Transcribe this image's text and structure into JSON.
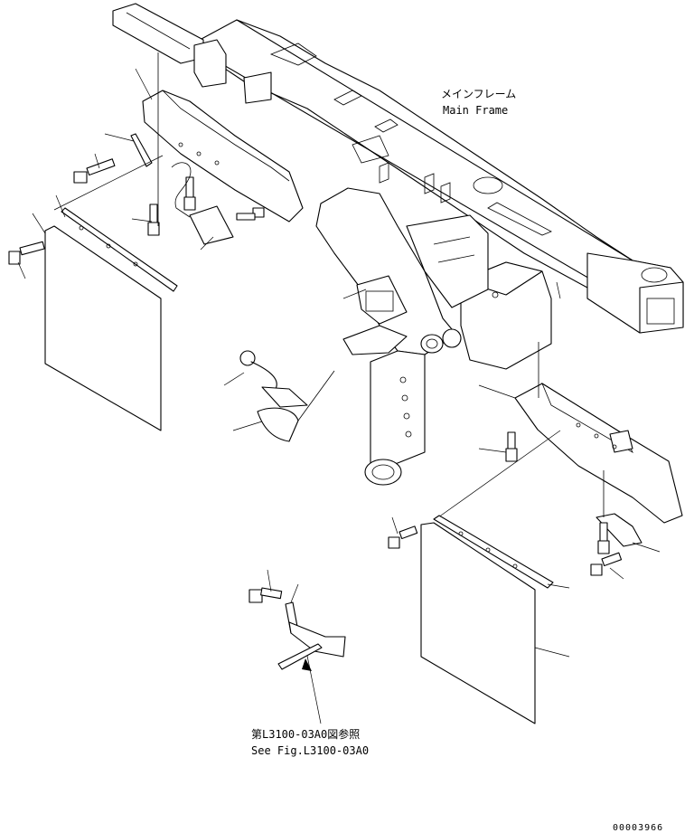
{
  "main_frame": {
    "label_jp": "メインフレーム",
    "label_en": "Main Frame"
  },
  "reference": {
    "label_jp": "第L3100-03A0図参照",
    "label_en": "See Fig.L3100-03A0"
  },
  "drawing_number": "00003966",
  "colors": {
    "line": "#000000",
    "background": "#ffffff"
  }
}
